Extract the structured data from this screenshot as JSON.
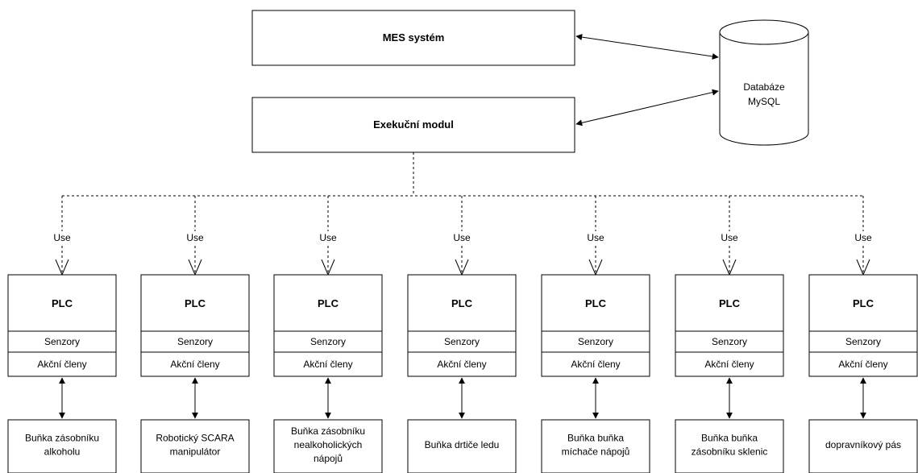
{
  "top": {
    "mes_label": "MES systém",
    "executor_label": "Exekuční modul",
    "database_label": [
      "Databáze",
      "MySQL"
    ]
  },
  "edge_label": "Use",
  "plc": {
    "title": "PLC",
    "sensors": "Senzory",
    "actuators": "Akční členy"
  },
  "cells": [
    {
      "lines": [
        "Buňka zásobníku",
        "alkoholu"
      ]
    },
    {
      "lines": [
        "Robotický SCARA",
        "manipulátor"
      ]
    },
    {
      "lines": [
        "Buňka zásobníku",
        "nealkoholických",
        "nápojů"
      ]
    },
    {
      "lines": [
        "Buňka drtiče ledu"
      ]
    },
    {
      "lines": [
        "Buňka buňka",
        "míchače nápojů"
      ]
    },
    {
      "lines": [
        "Buňka buňka",
        "zásobníku sklenic"
      ]
    },
    {
      "lines": [
        "dopravníkový pás"
      ]
    }
  ]
}
